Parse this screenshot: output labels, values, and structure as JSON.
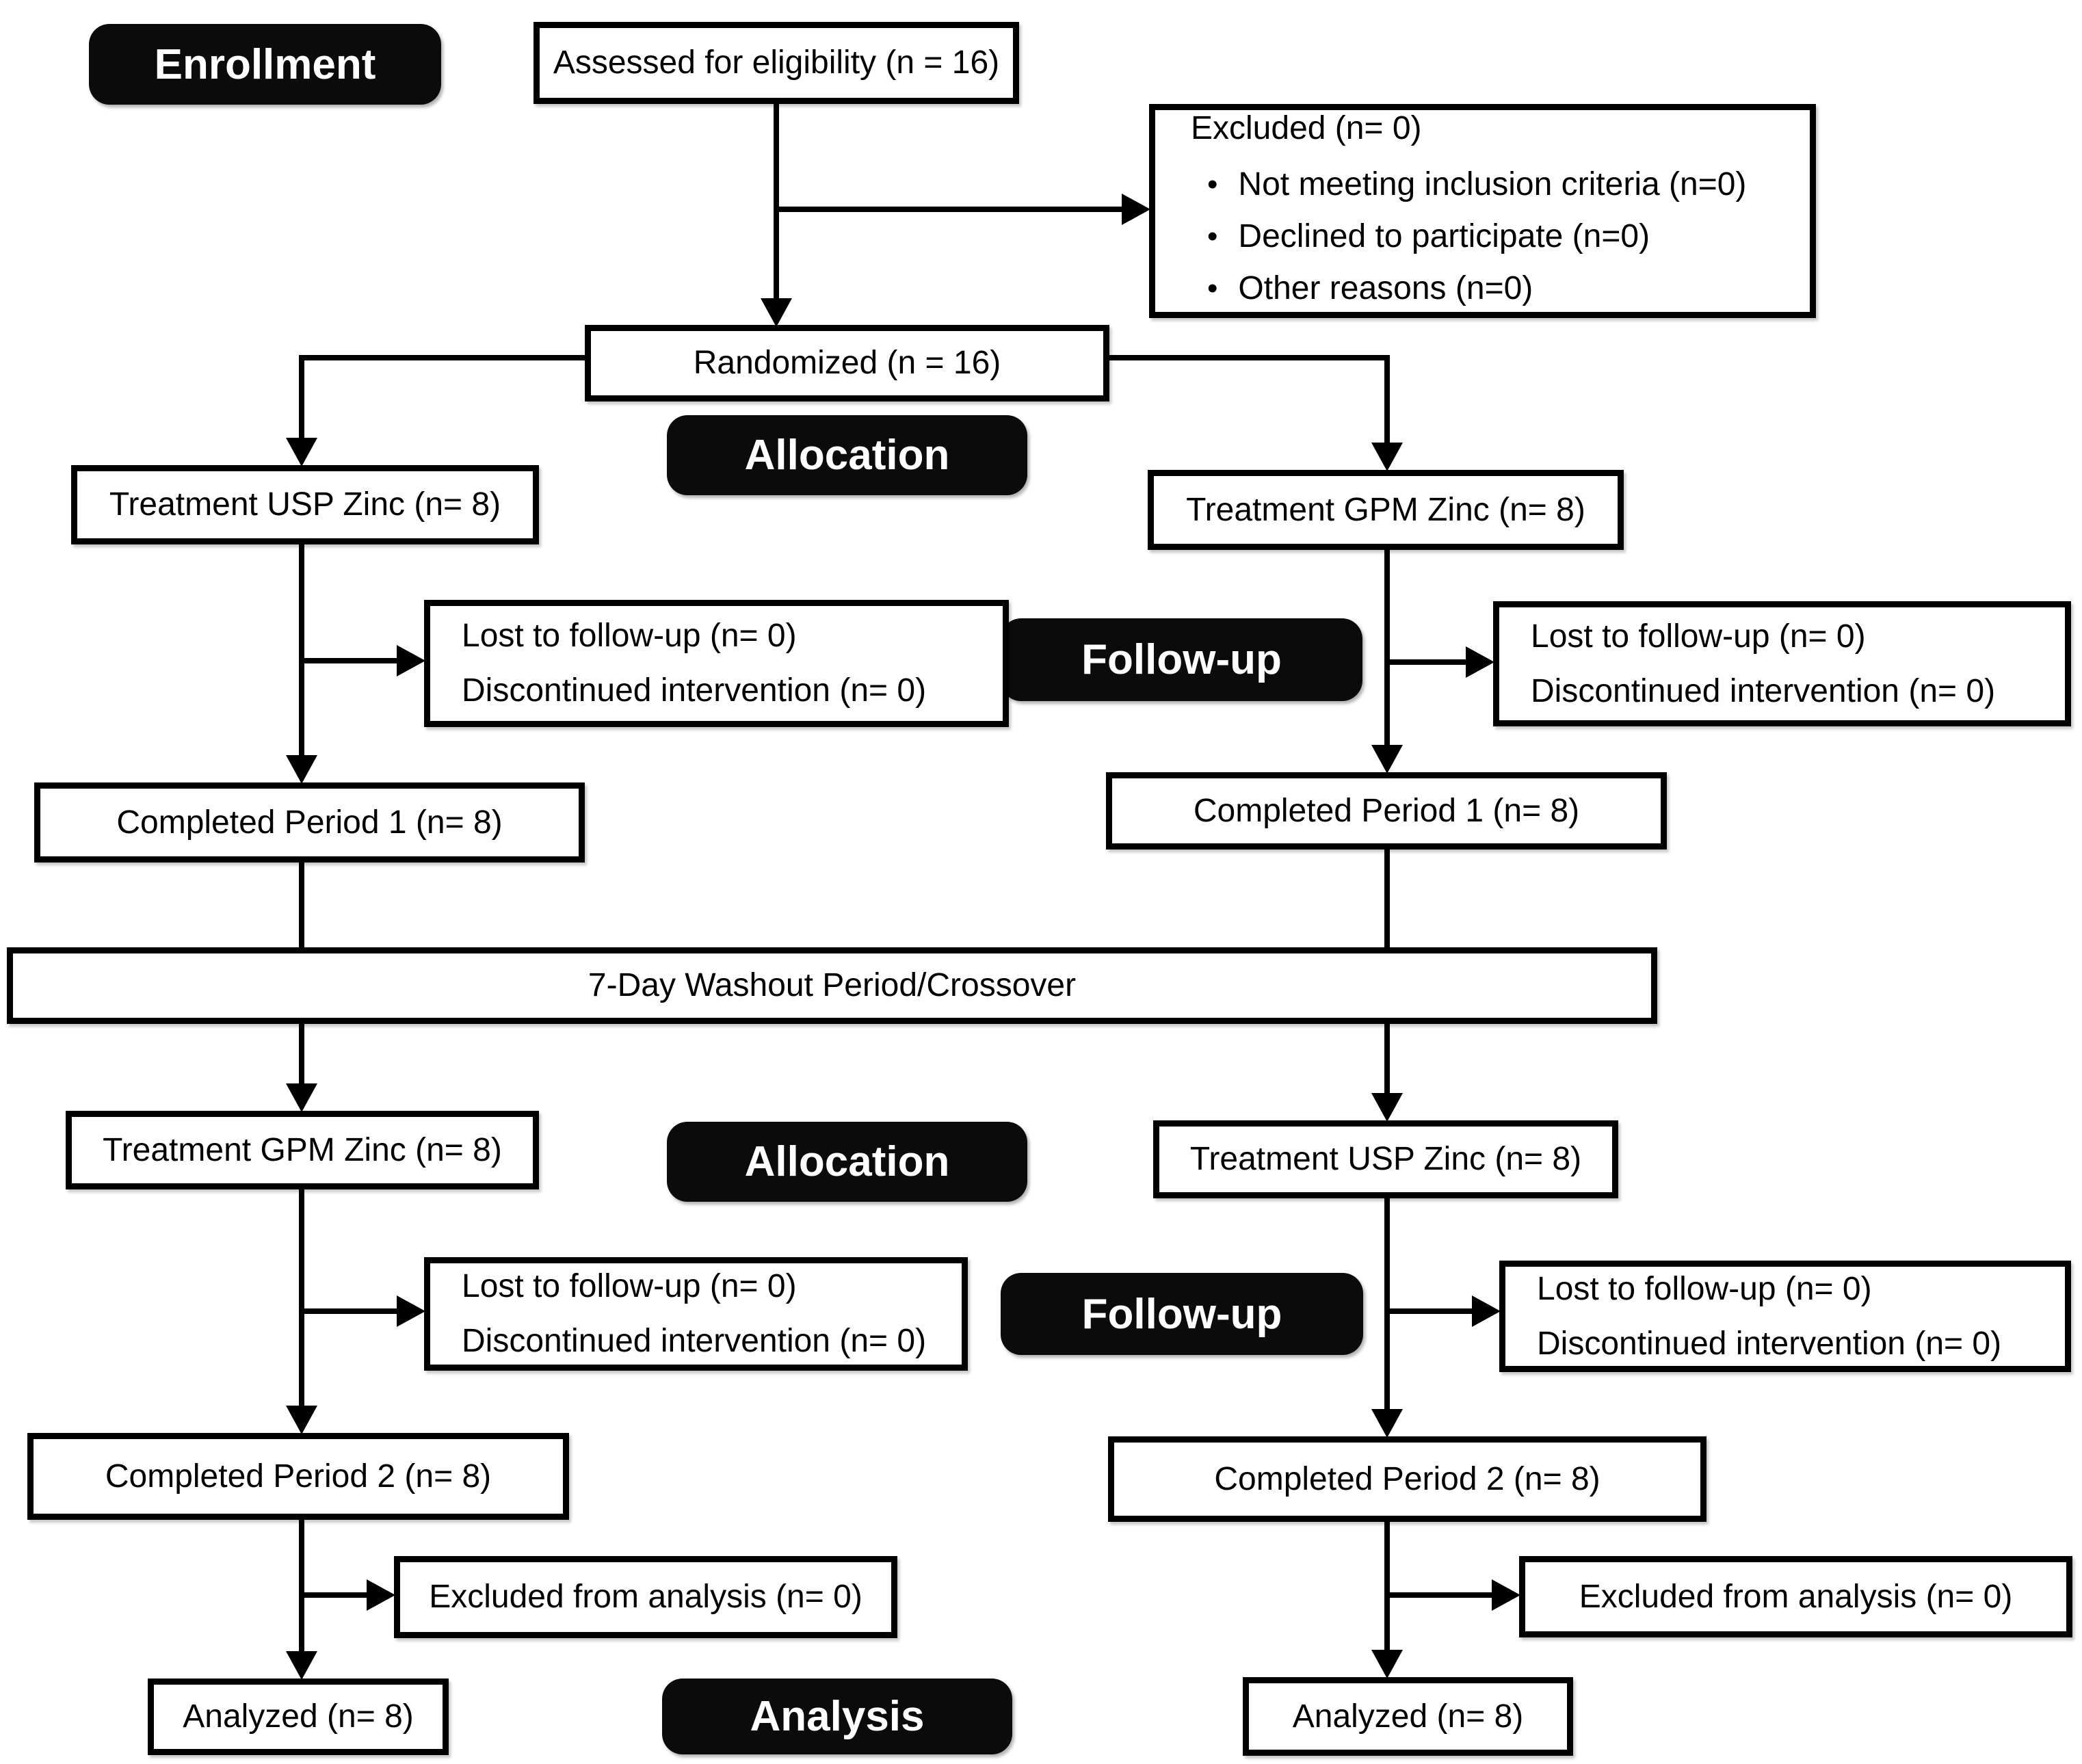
{
  "colors": {
    "ink": "#000000",
    "stage_bg": "#0b0b0b",
    "stage_text": "#ffffff",
    "box_bg": "#ffffff"
  },
  "flow": {
    "bullet": "•",
    "enrollment_label": "Enrollment",
    "assessed": "Assessed for eligibility  (n = 16)",
    "excluded": {
      "title": "Excluded (n= 0)",
      "items": [
        "Not meeting inclusion criteria (n=0)",
        "Declined to participate (n=0)",
        "Other reasons (n=0)"
      ]
    },
    "randomized": "Randomized (n = 16)",
    "allocation_label": "Allocation",
    "followup_label": "Follow-up",
    "analysis_label": "Analysis",
    "period1": {
      "left_treatment": "Treatment USP Zinc (n= 8)",
      "right_treatment": "Treatment GPM Zinc (n= 8)",
      "lost_line1": "Lost to follow-up (n= 0)",
      "lost_line2": "Discontinued intervention (n= 0)",
      "completed": "Completed Period 1 (n= 8)"
    },
    "washout": "7-Day Washout Period/Crossover",
    "period2": {
      "left_treatment": "Treatment GPM Zinc (n= 8)",
      "right_treatment": "Treatment USP Zinc (n= 8)",
      "lost_line1": "Lost to follow-up (n= 0)",
      "lost_line2": "Discontinued intervention (n= 0)",
      "completed": "Completed Period 2 (n= 8)",
      "excluded_analysis": "Excluded from analysis (n= 0)",
      "analyzed": "Analyzed (n= 8)"
    }
  }
}
